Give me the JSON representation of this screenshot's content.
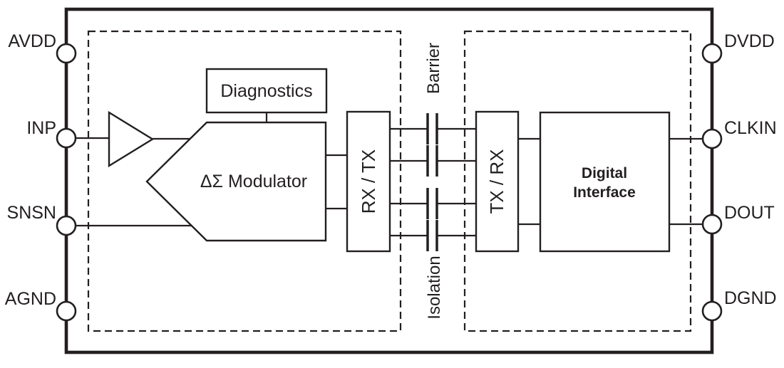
{
  "diagram": {
    "pins": {
      "left": [
        {
          "label": "AVDD"
        },
        {
          "label": "INP"
        },
        {
          "label": "SNSN"
        },
        {
          "label": "AGND"
        }
      ],
      "right": [
        {
          "label": "DVDD"
        },
        {
          "label": "CLKIN"
        },
        {
          "label": "DOUT"
        },
        {
          "label": "DGND"
        }
      ]
    },
    "blocks": {
      "diagnostics": {
        "label": "Diagnostics"
      },
      "modulator": {
        "label": "ΔΣ Modulator"
      },
      "rx_tx": {
        "label": "RX / TX"
      },
      "tx_rx": {
        "label": "TX / RX"
      },
      "digital_interface": {
        "line1": "Digital",
        "line2": "Interface"
      }
    },
    "isolation_channel": {
      "barrier_label": "Barrier",
      "isolation_label": "Isolation",
      "capacitor_count": 4
    },
    "colors": {
      "line": "#231f20",
      "background": "#ffffff"
    }
  }
}
